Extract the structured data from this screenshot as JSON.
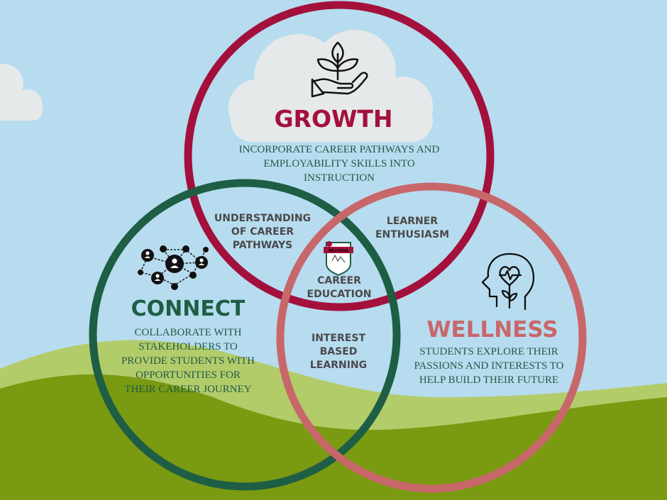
{
  "colors": {
    "growth": "#a4103c",
    "connect": "#1d5e45",
    "wellness": "#c8676a",
    "sky": "#b7dcef",
    "grass_dark": "#7a9a11",
    "grass_light": "#b3cc6a",
    "cloud": "#e6e9ea",
    "desc_text": "#1f5a48"
  },
  "icons": {
    "growth": "plant-in-hand-icon",
    "connect": "people-network-icon",
    "wellness": "head-with-heart-icon",
    "center": "wild-rose-logo"
  },
  "growth": {
    "title": "GROWTH",
    "desc": [
      "INCORPORATE CAREER PATHWAYS AND",
      "EMPLOYABILITY SKILLS INTO",
      "INSTRUCTION"
    ]
  },
  "connect": {
    "title": "CONNECT",
    "desc": [
      "COLLABORATE WITH",
      "STAKEHOLDERS TO",
      "PROVIDE STUDENTS WITH",
      "OPPORTUNITIES FOR",
      "THEIR CAREER JOURNEY"
    ]
  },
  "wellness": {
    "title": "WELLNESS",
    "desc": [
      "STUDENTS EXPLORE THEIR",
      "PASSIONS AND INTERESTS TO",
      "HELP BUILD THEIR FUTURE"
    ]
  },
  "overlaps": {
    "growth_connect": [
      "UNDERSTANDING",
      "OF CAREER",
      "PATHWAYS"
    ],
    "growth_wellness": [
      "LEARNER",
      "ENTHUSIASM"
    ],
    "connect_wellness": [
      "INTEREST",
      "BASED",
      "LEARNING"
    ],
    "center": [
      "CAREER",
      "EDUCATION"
    ]
  },
  "badge_text": "WILD ROSE"
}
